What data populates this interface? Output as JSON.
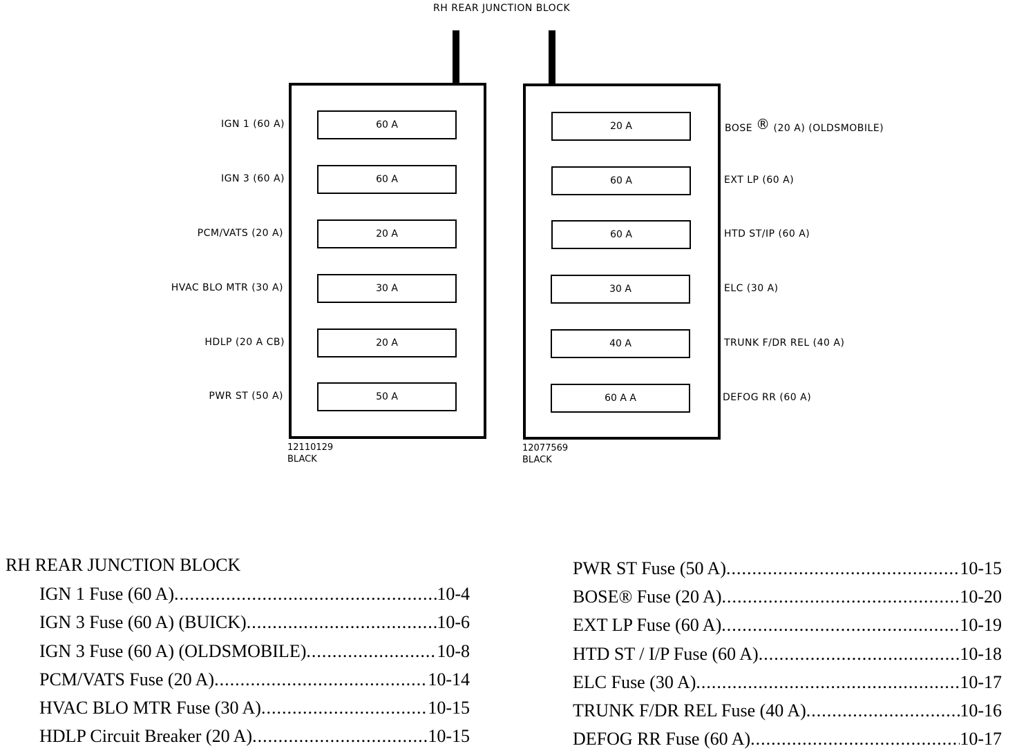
{
  "diagram": {
    "title": "RH REAR JUNCTION BLOCK",
    "left_block": {
      "part_number": "12110129",
      "color": "BLACK",
      "fuses": [
        {
          "label": "IGN 1 (60 A)",
          "value": "60 A"
        },
        {
          "label": "IGN 3 (60 A)",
          "value": "60 A"
        },
        {
          "label": "PCM/VATS (20 A)",
          "value": "20 A"
        },
        {
          "label": "HVAC BLO MTR (30 A)",
          "value": "30 A"
        },
        {
          "label": "HDLP (20 A CB)",
          "value": "20 A"
        },
        {
          "label": "PWR ST (50 A)",
          "value": "50 A"
        }
      ]
    },
    "right_block": {
      "part_number": "12077569",
      "color": "BLACK",
      "fuses": [
        {
          "label_prefix": "BOSE",
          "label_mark": "®",
          "label_suffix": "(20 A) (OLDSMOBILE)",
          "value": "20 A"
        },
        {
          "label": "EXT LP (60 A)",
          "value": "60 A"
        },
        {
          "label": "HTD ST/IP (60 A)",
          "value": "60 A"
        },
        {
          "label": "ELC (30 A)",
          "value": "30 A"
        },
        {
          "label": "TRUNK F/DR REL (40 A)",
          "value": "40 A"
        },
        {
          "label": "DEFOG RR (60 A)",
          "value": "60 A A"
        }
      ]
    }
  },
  "index": {
    "heading": "RH REAR JUNCTION BLOCK",
    "left": [
      {
        "name": "IGN 1 Fuse (60 A)",
        "page": "10-4"
      },
      {
        "name": "IGN 3 Fuse (60 A) (BUICK)",
        "page": "10-6"
      },
      {
        "name": "IGN 3 Fuse (60 A) (OLDSMOBILE)",
        "page": "10-8"
      },
      {
        "name": "PCM/VATS Fuse (20 A) ",
        "page": "10-14"
      },
      {
        "name": "HVAC BLO MTR Fuse (30 A)",
        "page": "10-15"
      },
      {
        "name": "HDLP Circuit Breaker (20 A) ",
        "page": "10-15"
      }
    ],
    "right": [
      {
        "name": "PWR ST Fuse (50 A)",
        "page": "10-15"
      },
      {
        "name": "BOSE® Fuse (20 A) ",
        "page": "10-20"
      },
      {
        "name": "EXT LP Fuse (60 A)",
        "page": "10-19"
      },
      {
        "name": "HTD ST / I/P Fuse (60 A) ",
        "page": "10-18"
      },
      {
        "name": "ELC Fuse (30 A) ",
        "page": "10-17"
      },
      {
        "name": "TRUNK F/DR REL Fuse (40 A) ",
        "page": "10-16"
      },
      {
        "name": "DEFOG RR Fuse (60 A)",
        "page": "10-17"
      }
    ]
  }
}
